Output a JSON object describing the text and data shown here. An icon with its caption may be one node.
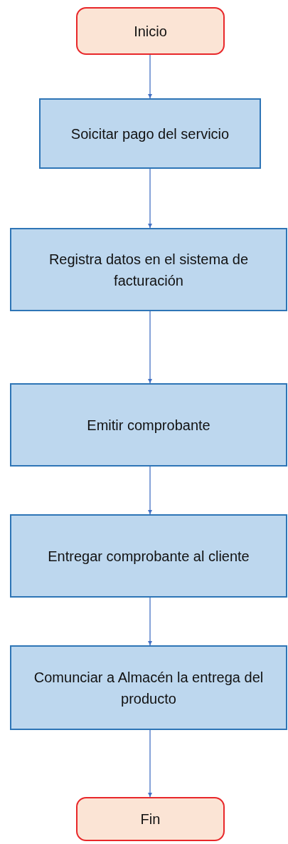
{
  "diagram": {
    "nodes": [
      {
        "text": [
          "Inicio"
        ]
      },
      {
        "text": [
          "Soicitar pago del servicio"
        ]
      },
      {
        "text": [
          "Registra datos en el sistema de facturación"
        ]
      },
      {
        "text": [
          "Emitir comprobante"
        ]
      },
      {
        "text": [
          "Entregar comprobante al cliente"
        ]
      },
      {
        "text": [
          "Comunciar a Almacén la entrega del producto"
        ]
      },
      {
        "text": [
          "Fin"
        ]
      }
    ],
    "edges": [
      {
        "from": 0,
        "to": 1,
        "arrow": "to"
      },
      {
        "from": 1,
        "to": 2,
        "arrow": "to"
      },
      {
        "from": 2,
        "to": 3,
        "arrow": "to"
      },
      {
        "from": 3,
        "to": 4,
        "arrow": "to"
      },
      {
        "from": 4,
        "to": 5,
        "arrow": "to"
      },
      {
        "from": 5,
        "to": 6,
        "arrow": "to"
      }
    ]
  }
}
